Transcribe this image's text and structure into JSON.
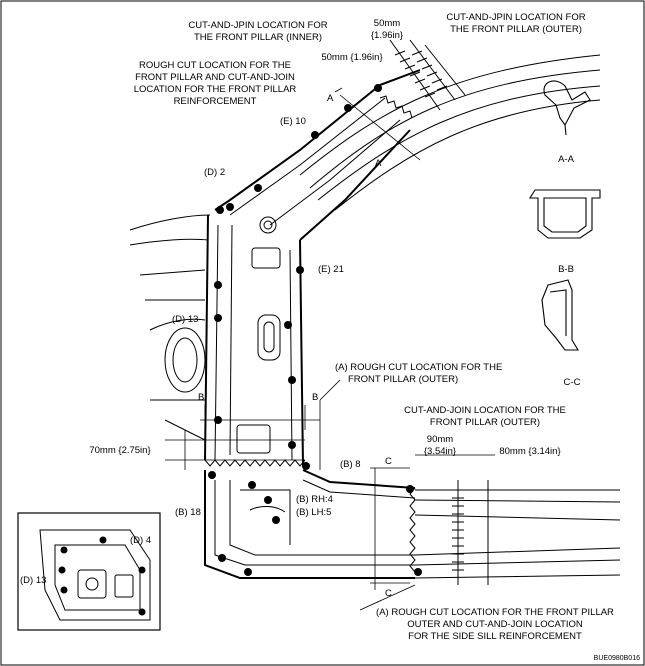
{
  "labels": {
    "cut_jpin_inner_1": "CUT-AND-JPIN LOCATION FOR",
    "cut_jpin_inner_2": "THE FRONT PILLAR (INNER)",
    "cut_jpin_outer_1": "CUT-AND-JPIN LOCATION FOR",
    "cut_jpin_outer_2": "THE FRONT PILLAR (OUTER)",
    "dim_50_top_1": "50mm",
    "dim_50_top_2": "{1.96in}",
    "dim_50_mid": "50mm {1.96in}",
    "rough_cut_1": "ROUGH CUT LOCATION FOR THE",
    "rough_cut_2": "FRONT PILLAR AND CUT-AND-JOIN",
    "rough_cut_3": "LOCATION FOR THE FRONT PILLAR",
    "rough_cut_4": "REINFORCEMENT",
    "e10": "(E) 10",
    "e21": "(E) 21",
    "d2": "(D) 2",
    "d13": "(D) 13",
    "d4_inset": "(D) 4",
    "d13_inset": "(D) 13",
    "b8": "(B) 8",
    "b18": "(B) 18",
    "b_rh4": "(B) RH:4",
    "b_lh5": "(B) LH:5",
    "a_rough_1": "(A) ROUGH CUT LOCATION FOR THE",
    "a_rough_2": "FRONT PILLAR (OUTER)",
    "cut_join_outer_1": "CUT-AND-JOIN LOCATION FOR THE",
    "cut_join_outer_2": "FRONT PILLAR (OUTER)",
    "dim_90_1": "90mm",
    "dim_90_2": "{3.54in}",
    "dim_80": "80mm {3.14in}",
    "dim_70": "70mm {2.75in}",
    "a_bottom_1": "(A) ROUGH CUT LOCATION FOR THE FRONT PILLAR",
    "a_bottom_2": "OUTER AND CUT-AND-JOIN LOCATION",
    "a_bottom_3": "FOR THE SIDE SILL REINFORCEMENT",
    "sec_a": "A",
    "sec_b": "B",
    "sec_c": "C",
    "sec_aa": "A-A",
    "sec_bb": "B-B",
    "sec_cc": "C-C",
    "figure_code": "BUE0980B016"
  }
}
